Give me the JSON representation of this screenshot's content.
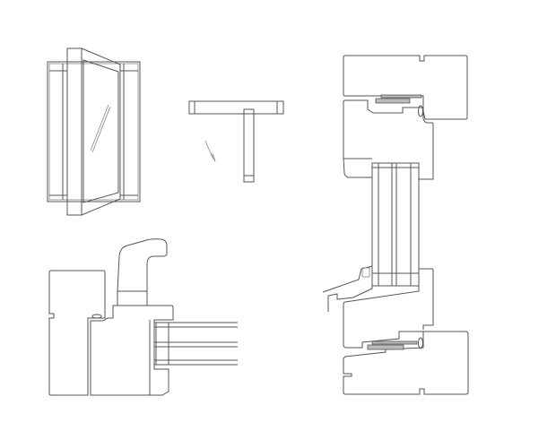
{
  "drawing": {
    "line_color": "#555555",
    "background": "#ffffff",
    "views": [
      "window-elevation",
      "window-plan",
      "vertical-section",
      "horizontal-section"
    ]
  }
}
